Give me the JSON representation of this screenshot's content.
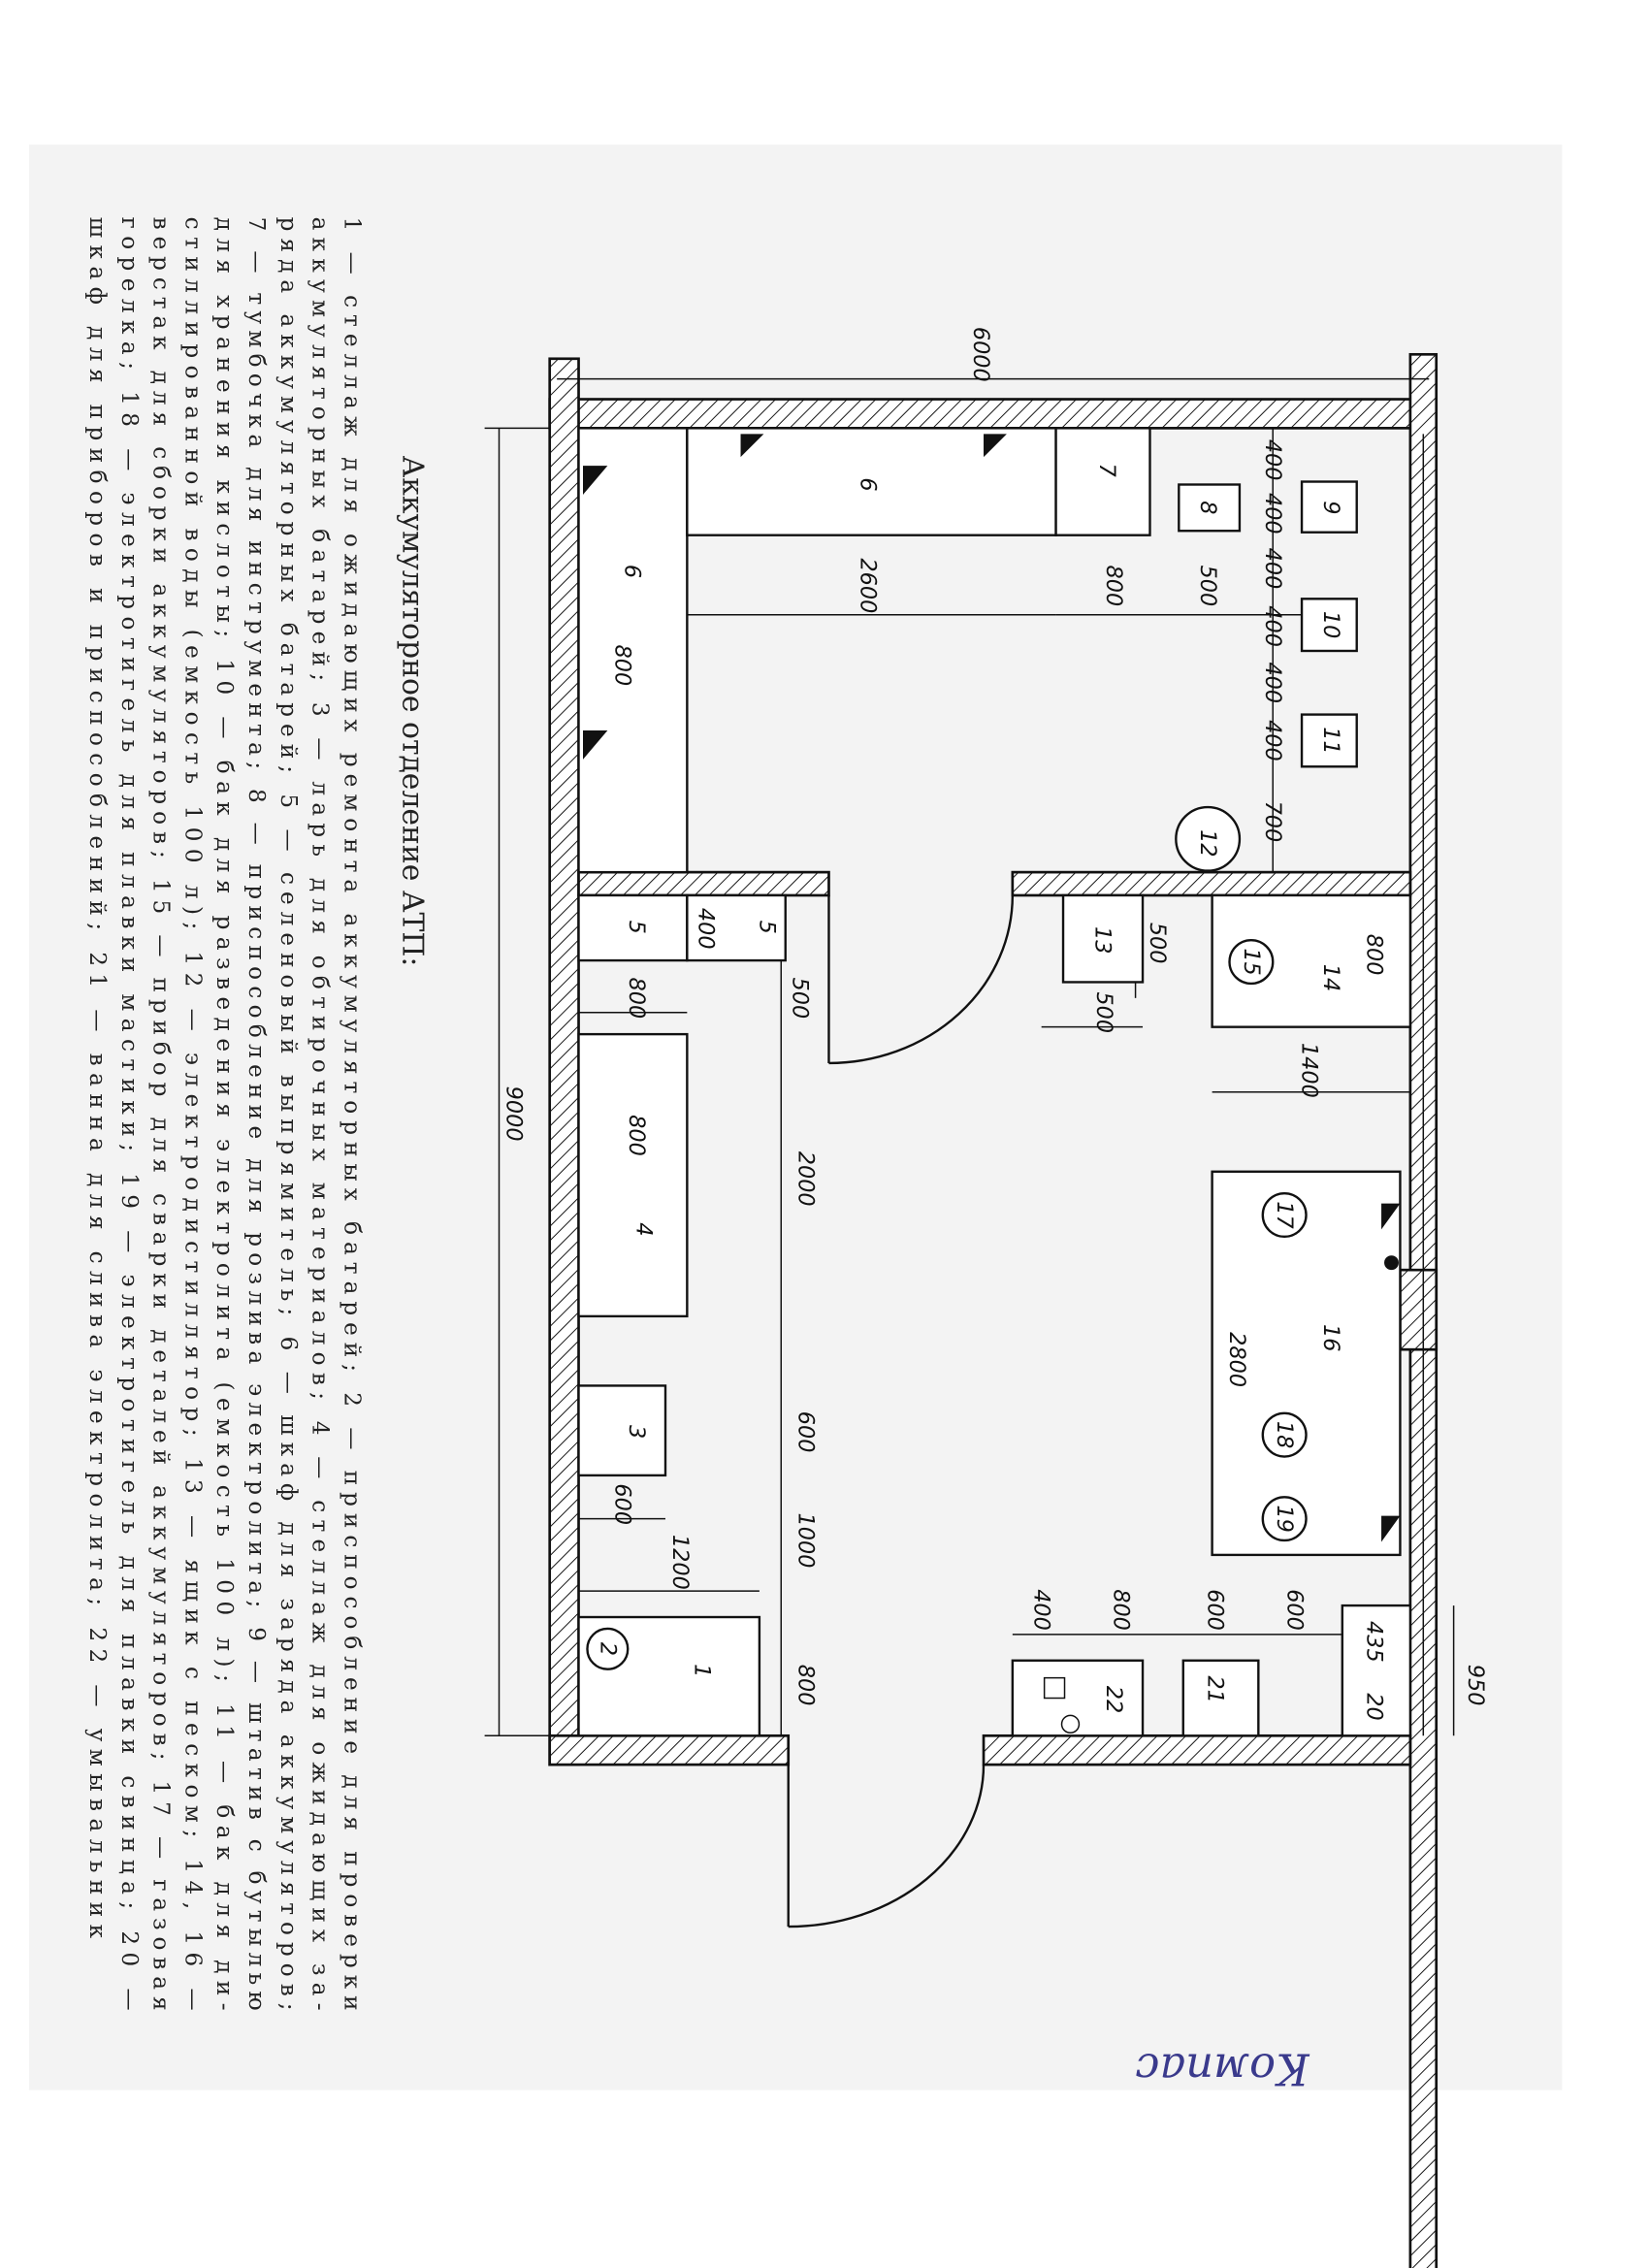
{
  "title": "Аккумуляторное отделение АТП:",
  "legend_lines": [
    "1 — стеллаж для ожидающих ремонта аккумуляторных батарей; 2 — приспособление для проверки",
    "аккумуляторных батарей; 3 — ларь для обтирочных материалов; 4 — стеллаж для ожидающих за-",
    "ряда аккумуляторных батарей; 5 — селеновый выпрямитель; 6 — шкаф для заряда аккумуляторов;",
    "7 — тумбочка для инструмента; 8 — приспособление для розлива электролита; 9 — штатив с бутылью",
    "для хранения кислоты; 10 — бак для разведения электролита (емкость 100 л); 11 — бак для ди-",
    "стиллированной воды (емкость 100 л); 12 — электродистиллятор; 13 — ящик с песком; 14, 16 —",
    "верстак для сборки аккумуляторов; 15 — прибор для сварки деталей аккумуляторов; 17 — газовая",
    "горелка; 18 — электротигель для плавки мастики; 19 — электротигель для плавки свинца; 20 —",
    "шкаф для приборов и приспособлений; 21 — ванна для слива электролита; 22 — умывальник"
  ],
  "dims": [
    "6000",
    "9000",
    "400",
    "400",
    "400",
    "400",
    "400",
    "400",
    "700",
    "500",
    "800",
    "2600",
    "800",
    "500",
    "500",
    "800",
    "1400",
    "2800",
    "400",
    "800",
    "600",
    "600",
    "435",
    "950",
    "400",
    "500",
    "800",
    "800",
    "2000",
    "600",
    "600",
    "1000",
    "1200",
    "800"
  ],
  "equipment": [
    "6",
    "6",
    "7",
    "8",
    "9",
    "10",
    "11",
    "12",
    "13",
    "14",
    "15",
    "16",
    "17",
    "18",
    "19",
    "20",
    "21",
    "22",
    "5",
    "5",
    "4",
    "3",
    "1",
    "2"
  ],
  "handwritten_note": "Компас"
}
